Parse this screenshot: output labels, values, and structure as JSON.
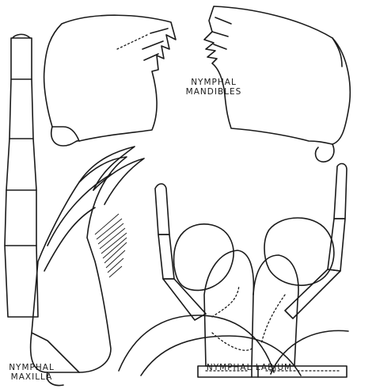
{
  "labels": {
    "mandibles_line1": "NYMPHAL",
    "mandibles_line2": "MANDIBLES",
    "maxilla_line1": "NYMPHAL",
    "maxilla_line2": "MAXILLA",
    "labium": "NYMPHAL LABIUM"
  }
}
